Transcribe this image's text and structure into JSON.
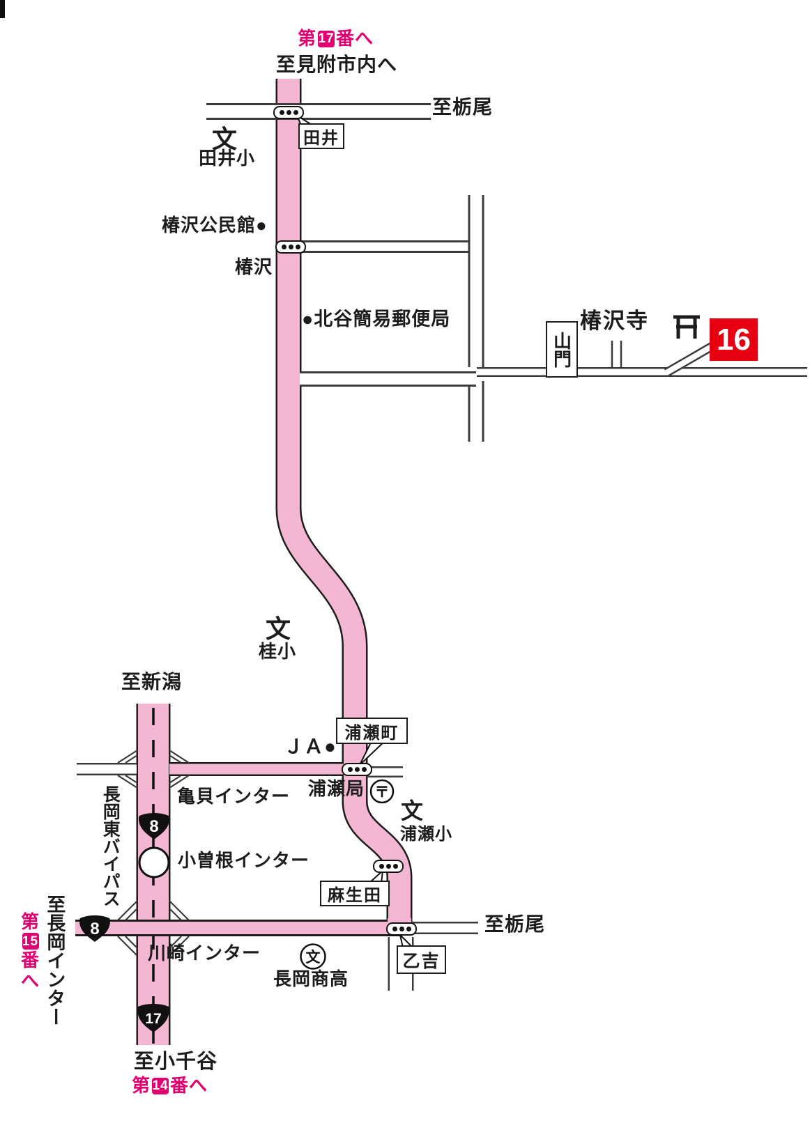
{
  "colors": {
    "route_pink": "#f3b7d4",
    "line": "#1c1c1c",
    "magenta": "#e0006f",
    "red": "#e60012"
  },
  "header": {
    "next_temple_prefix": "第",
    "next_temple_number": "17",
    "next_temple_suffix": "番へ",
    "to_mitsuke": "至見附市内へ"
  },
  "destinations": {
    "to_tochio_top": "至栃尾",
    "to_tochio_bottom": "至栃尾",
    "to_niigata": "至新潟",
    "to_ojiya": "至小千谷",
    "to_nagaoka_ic": "至長岡インター"
  },
  "prev_temple": {
    "prefix": "第",
    "number": "14",
    "suffix": "番へ"
  },
  "temple15": {
    "prefix": "第",
    "number": "15",
    "suffix1": "番",
    "suffix2": "へ"
  },
  "temple_marker": {
    "number": "16"
  },
  "intersections": {
    "tai": "田井",
    "tsubakizawa": "椿沢",
    "urasemachi": "浦瀬町",
    "asoda": "麻生田",
    "otoyoshi": "乙吉"
  },
  "schools": {
    "symbol": "文",
    "tai": "田井小",
    "katsura": "桂小",
    "urase": "浦瀬小",
    "nagaoka_shoko": "長岡商高"
  },
  "facilities": {
    "community_hall": "椿沢公民館●",
    "kitadani_post": "●北谷簡易郵便局",
    "ja": "ＪＡ●",
    "urase_post": "浦瀬局",
    "post_symbol": "〒",
    "temple": "椿沢寺",
    "sanmon": "山門"
  },
  "roads": {
    "bypass": "長岡東バイパス",
    "kamegai_ic": "亀貝インター",
    "kosone_ic": "小曽根インター",
    "kawasaki_ic": "川崎インター",
    "route8": "8",
    "route17": "17"
  }
}
